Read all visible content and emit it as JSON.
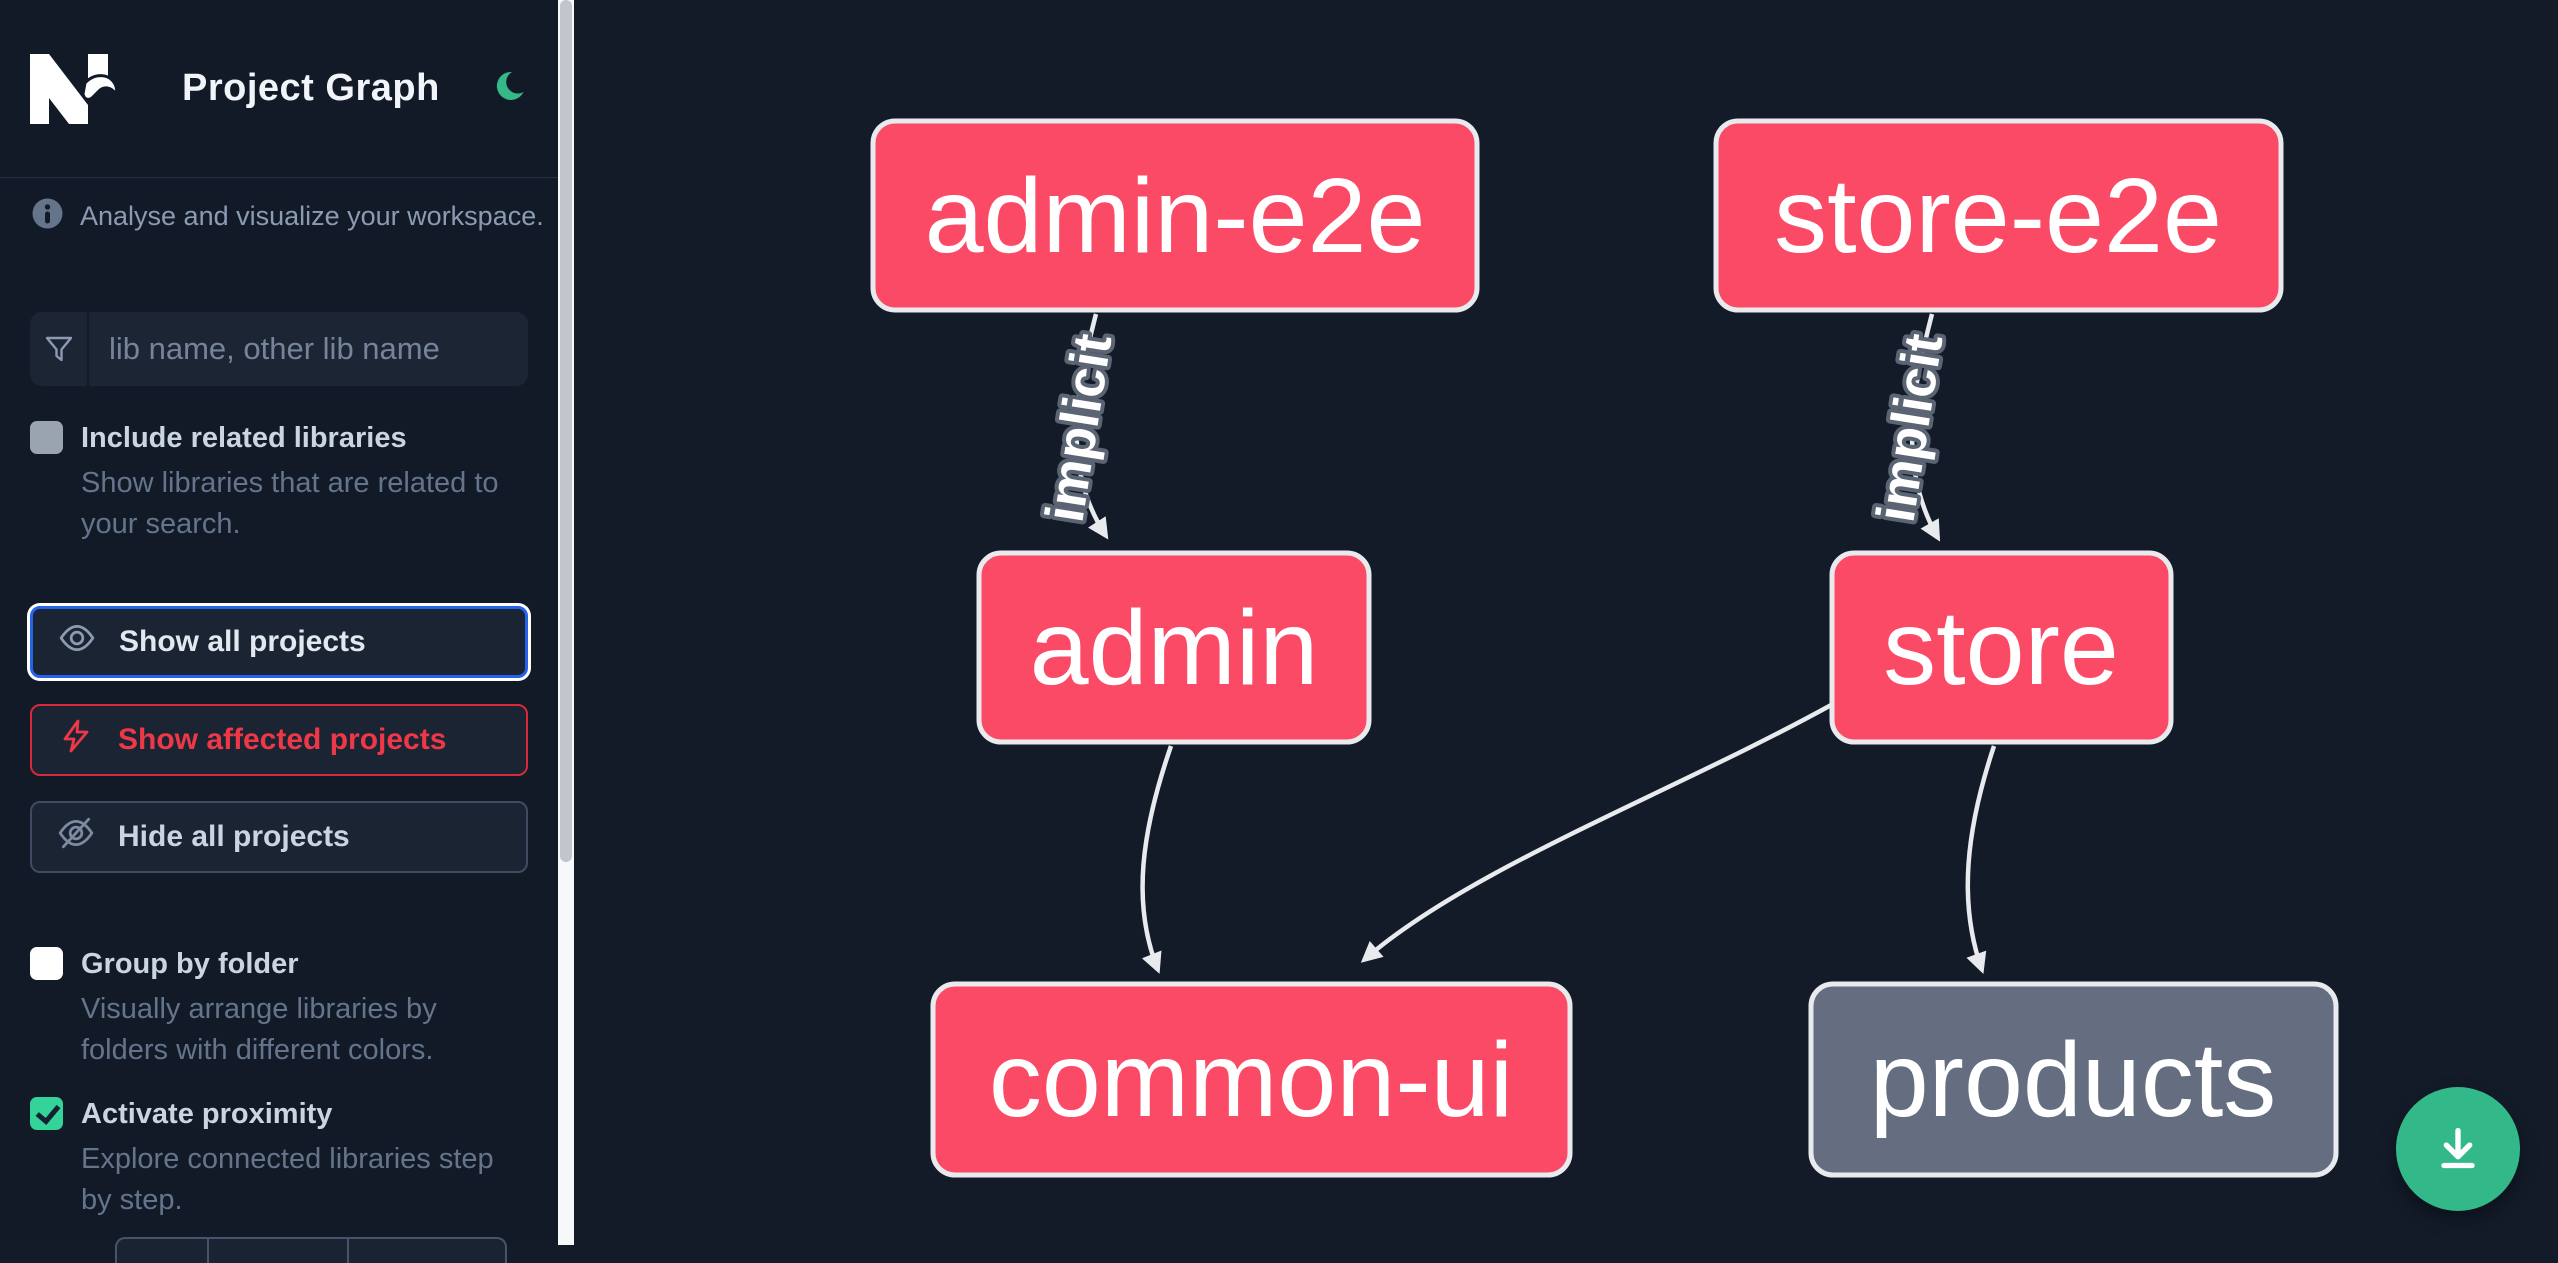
{
  "header": {
    "title": "Project Graph"
  },
  "sidebar": {
    "tagline": "Analyse and visualize your workspace.",
    "filter_placeholder": "lib name, other lib name",
    "toggles": [
      {
        "label": "Include related libraries",
        "description": "Show libraries that are related to your search.",
        "checked": false
      },
      {
        "label": "Group by folder",
        "description": "Visually arrange libraries by folders with different colors.",
        "checked": false
      },
      {
        "label": "Activate proximity",
        "description": "Explore connected libraries step by step.",
        "checked": true
      }
    ],
    "buttons": [
      {
        "label": "Show all projects",
        "state": "active"
      },
      {
        "label": "Show affected projects",
        "state": "affected"
      },
      {
        "label": "Hide all projects",
        "state": "default"
      }
    ]
  },
  "graph": {
    "nodes": [
      {
        "label": "admin-e2e",
        "color": "pink"
      },
      {
        "label": "store-e2e",
        "color": "pink"
      },
      {
        "label": "admin",
        "color": "pink"
      },
      {
        "label": "store",
        "color": "pink"
      },
      {
        "label": "common-ui",
        "color": "pink"
      },
      {
        "label": "products",
        "color": "gray"
      }
    ],
    "edges": [
      {
        "from": "admin-e2e",
        "to": "admin",
        "label": "implicit"
      },
      {
        "from": "store-e2e",
        "to": "store",
        "label": "implicit"
      },
      {
        "from": "admin",
        "to": "common-ui",
        "label": ""
      },
      {
        "from": "store",
        "to": "common-ui",
        "label": ""
      },
      {
        "from": "store",
        "to": "products",
        "label": ""
      }
    ]
  },
  "fab": {
    "action": "download graph image"
  },
  "colors": {
    "sidebar_bg": "#121a28",
    "graph_bg": "#131b29",
    "node_pink": "#fb4a66",
    "node_gray": "#646e80",
    "node_border": "#e8eaee",
    "edge": "#e8eaee",
    "accent_blue": "#2563eb",
    "accent_red": "#ee3848",
    "checkbox_green": "#34d399",
    "fab_green": "#33b989",
    "moon_green": "#34b989"
  }
}
